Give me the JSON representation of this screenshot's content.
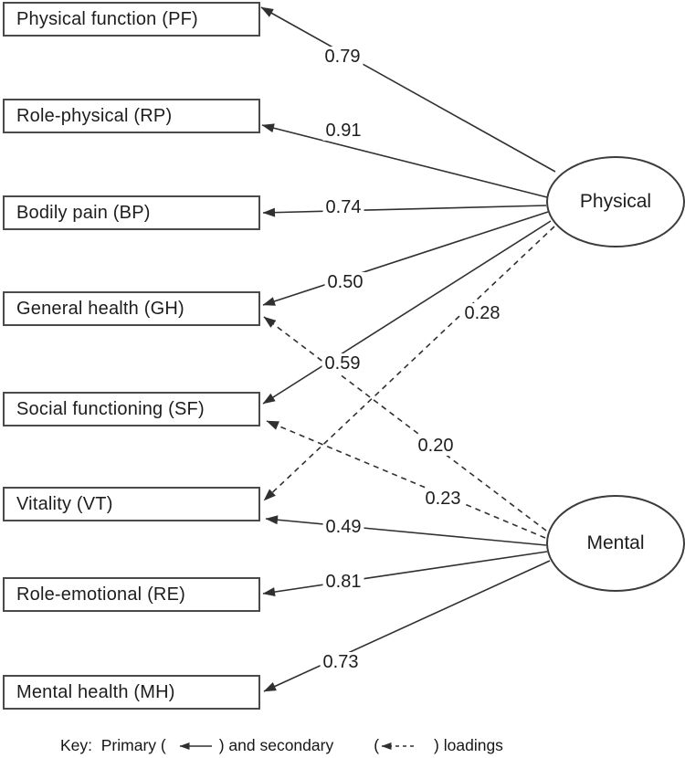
{
  "diagram": {
    "observed_variables": [
      {
        "id": "PF",
        "label": "Physical function (PF)"
      },
      {
        "id": "RP",
        "label": "Role-physical (RP)"
      },
      {
        "id": "BP",
        "label": "Bodily pain (BP)"
      },
      {
        "id": "GH",
        "label": "General health (GH)"
      },
      {
        "id": "SF",
        "label": "Social functioning (SF)"
      },
      {
        "id": "VT",
        "label": "Vitality (VT)"
      },
      {
        "id": "RE",
        "label": "Role-emotional (RE)"
      },
      {
        "id": "MH",
        "label": "Mental health (MH)"
      }
    ],
    "factors": [
      {
        "id": "physical",
        "label": "Physical"
      },
      {
        "id": "mental",
        "label": "Mental"
      }
    ],
    "loadings": [
      {
        "from": "Physical",
        "to": "PF",
        "value": "0.79",
        "type": "primary"
      },
      {
        "from": "Physical",
        "to": "RP",
        "value": "0.91",
        "type": "primary"
      },
      {
        "from": "Physical",
        "to": "BP",
        "value": "0.74",
        "type": "primary"
      },
      {
        "from": "Physical",
        "to": "GH",
        "value": "0.50",
        "type": "primary"
      },
      {
        "from": "Physical",
        "to": "SF",
        "value": "0.59",
        "type": "primary"
      },
      {
        "from": "Physical",
        "to": "VT",
        "value": "0.28",
        "type": "secondary"
      },
      {
        "from": "Mental",
        "to": "GH",
        "value": "0.20",
        "type": "secondary"
      },
      {
        "from": "Mental",
        "to": "SF",
        "value": "0.23",
        "type": "secondary"
      },
      {
        "from": "Mental",
        "to": "VT",
        "value": "0.49",
        "type": "primary"
      },
      {
        "from": "Mental",
        "to": "RE",
        "value": "0.81",
        "type": "primary"
      },
      {
        "from": "Mental",
        "to": "MH",
        "value": "0.73",
        "type": "primary"
      }
    ],
    "key": {
      "prefix": "Key:  Primary (",
      "middle": ") and secondary",
      "open_paren": "(",
      "suffix": ") loadings"
    },
    "colors": {
      "line": "#303030",
      "text": "#1d1d1d",
      "background": "#ffffff"
    }
  }
}
